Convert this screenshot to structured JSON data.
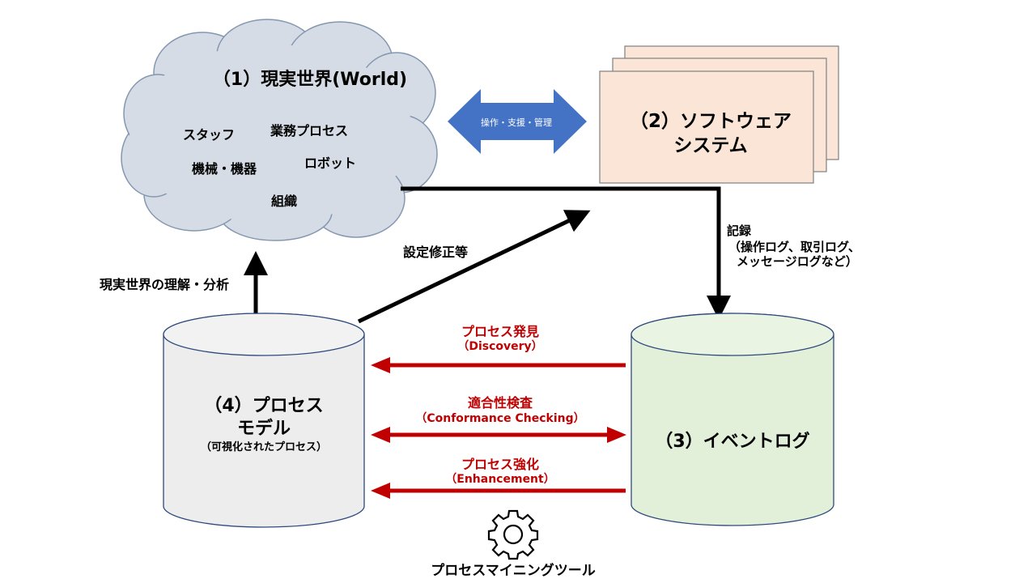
{
  "world": {
    "title": "（1）現実世界(World)",
    "items": [
      "スタッフ",
      "業務プロセス",
      "機械・機器",
      "ロボット",
      "組織"
    ]
  },
  "software": {
    "line1": "（2）ソフトウェア",
    "line2": "システム"
  },
  "double_arrow_label": "操作・支援・管理",
  "record": {
    "title": "記録",
    "line1": "（操作ログ、取引ログ、",
    "line2": "メッセージログなど）"
  },
  "settings_label": "設定修正等",
  "understand_label": "現実世界の理解・分析",
  "event_log": {
    "label": "（3）イベントログ"
  },
  "process_model": {
    "line1": "（4）プロセス",
    "line2": "モデル",
    "sub": "（可視化されたプロセス）"
  },
  "discovery": {
    "ja": "プロセス発見",
    "en": "（Discovery）"
  },
  "conformance": {
    "ja": "適合性検査",
    "en": "（Conformance Checking）"
  },
  "enhancement": {
    "ja": "プロセス強化",
    "en": "（Enhancement）"
  },
  "tool": {
    "label": "プロセスマイニングツール",
    "icon": "gear-icon"
  },
  "colors": {
    "cloud": "#d6dce5",
    "software": "#fbe5d6",
    "event_log": "#e2f0d9",
    "model": "#ededed",
    "double_arrow": "#4472c4",
    "red_arrow": "#c00000"
  }
}
